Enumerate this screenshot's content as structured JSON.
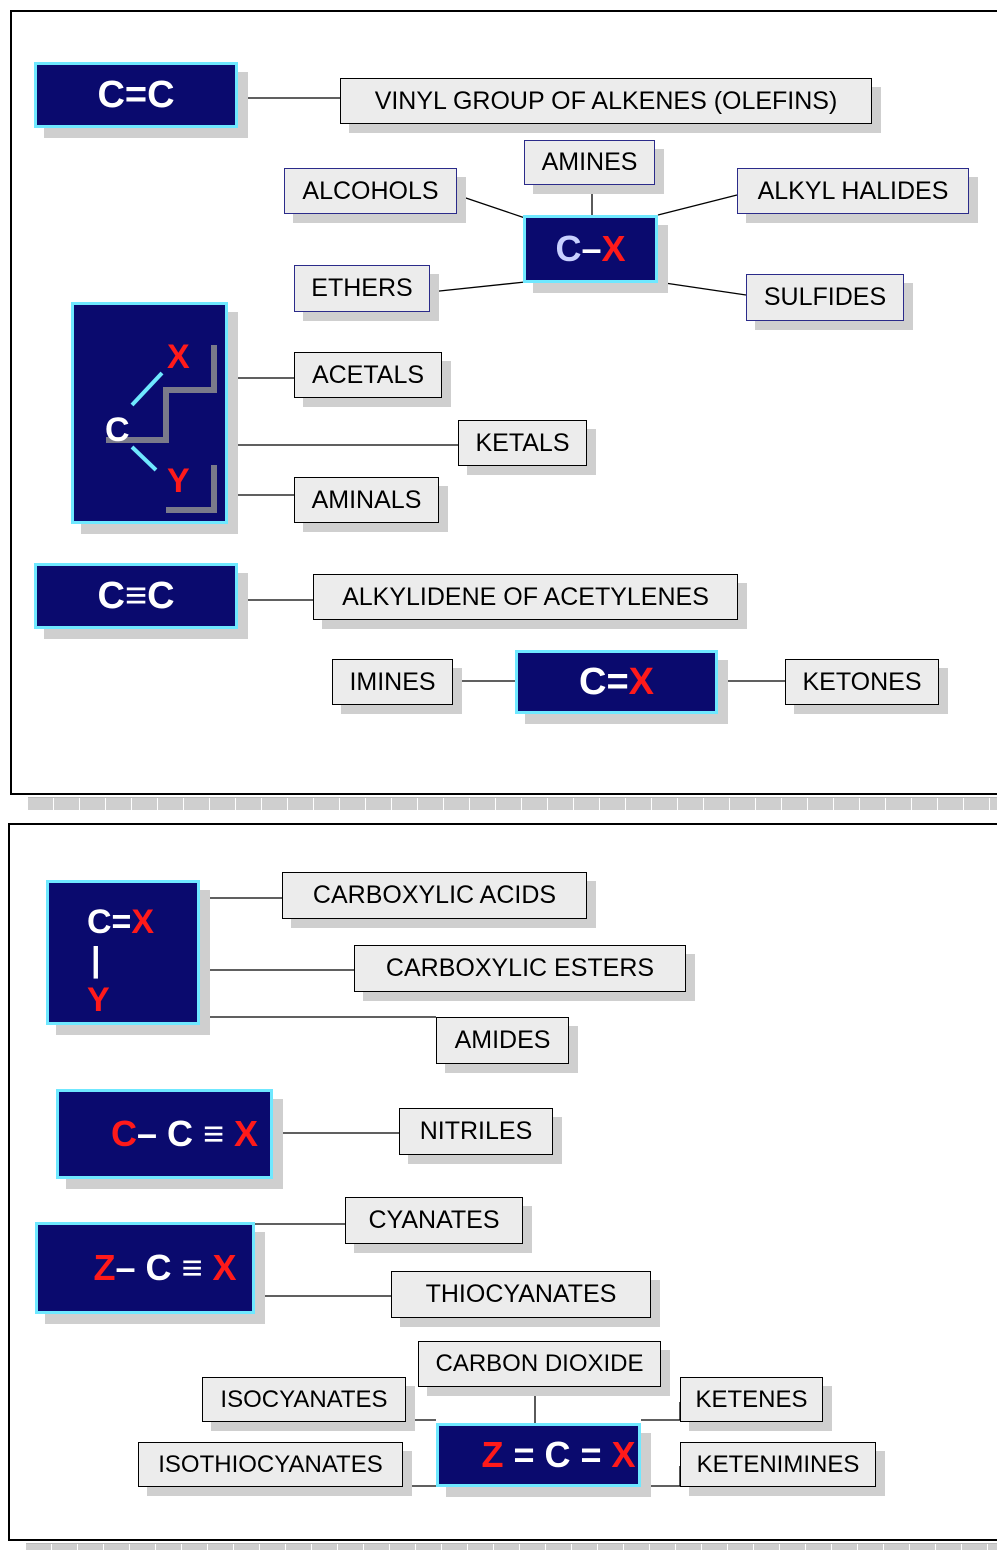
{
  "panel1": {
    "vinyl": {
      "formula": [
        "C=C"
      ],
      "label": "VINYL GROUP OF ALKENES (OLEFINS)"
    },
    "cx": {
      "c": "C",
      "dash": "–",
      "x": "X"
    },
    "cx_labels": {
      "amines": "AMINES",
      "alcohols": "ALCOHOLS",
      "alkyl_halides": "ALKYL HALIDES",
      "ethers": "ETHERS",
      "sulfides": "SULFIDES"
    },
    "cxy": {
      "c": "C",
      "x": "X",
      "y": "Y"
    },
    "cxy_labels": {
      "acetals": "ACETALS",
      "ketals": "KETALS",
      "aminals": "AMINALS"
    },
    "alkyne": {
      "formula": "C≡C",
      "label": "ALKYLIDENE OF ACETYLENES"
    },
    "cdx": {
      "c": "C=",
      "x": "X"
    },
    "cdx_labels": {
      "imines": "IMINES",
      "ketones": "KETONES"
    }
  },
  "panel2": {
    "acyl": {
      "cx_c": "C=",
      "cx_x": "X",
      "bar": "|",
      "y": "Y"
    },
    "acyl_labels": {
      "acids": "CARBOXYLIC ACIDS",
      "esters": "CARBOXYLIC ESTERS",
      "amides": "AMIDES"
    },
    "nitrile": {
      "c1": "C",
      "rest": "– C ≡ ",
      "x": "X",
      "label": "NITRILES"
    },
    "cyanate": {
      "z": "Z",
      "rest": "– C ≡ ",
      "x": "X"
    },
    "cyanate_labels": {
      "cyanates": "CYANATES",
      "thiocyanates": "THIOCYANATES"
    },
    "cumulene": {
      "z": "Z",
      "mid": " = C = ",
      "x": "X"
    },
    "cumulene_labels": {
      "carbon_dioxide": "CARBON DIOXIDE",
      "isocyanates": "ISOCYANATES",
      "isothiocyanates": "ISOTHIOCYANATES",
      "ketenes": "KETENES",
      "ketenimines": "KETENIMINES"
    }
  },
  "colors": {
    "box_fill": "#0a0a6e",
    "box_border": "#6fe8ff",
    "hetero_red": "#ff1a1a",
    "label_fill": "#ececec"
  }
}
